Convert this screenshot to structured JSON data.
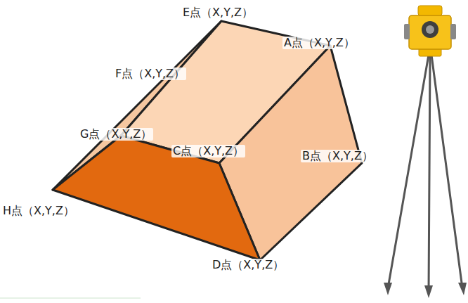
{
  "diagram": {
    "labels": [
      "E点（X,Y,Z）",
      "A点（X,Y,Z）",
      "F点（X,Y,Z）",
      "G点（X,Y,Z）",
      "C点（X,Y,Z）",
      "B点（X,Y,Z）",
      "H点（X,Y,Z）",
      "D点（X,Y,Z）"
    ]
  }
}
